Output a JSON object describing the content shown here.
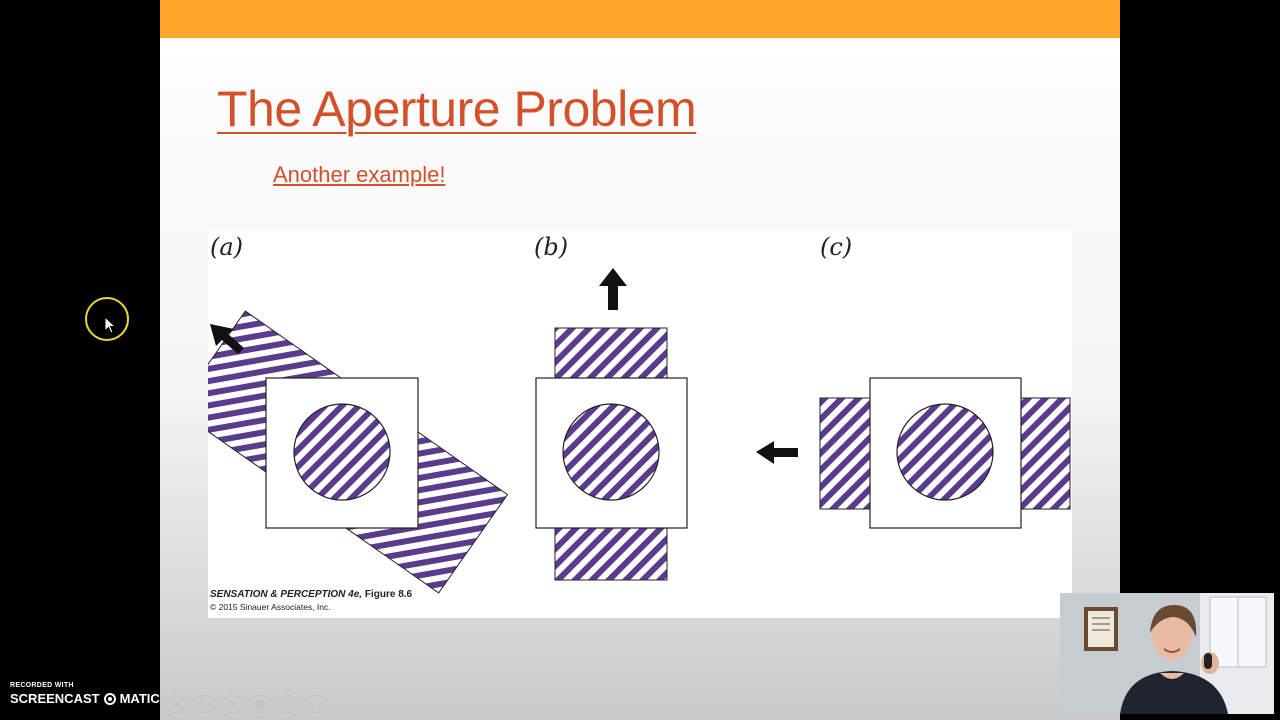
{
  "slide": {
    "title": "The Aperture Problem",
    "subtitle": "Another example!"
  },
  "figure": {
    "labels": {
      "a": "(a)",
      "b": "(b)",
      "c": "(c)"
    },
    "credit_title": "SENSATION & PERCEPTION 4e,",
    "credit_figure": "Figure 8.6",
    "credit_copyright": "© 2015 Sinauer Associates, Inc.",
    "stripe_color": "#5b3c8c"
  },
  "watermark": {
    "line1": "RECORDED WITH",
    "brand_left": "SCREENCAST",
    "brand_right": "MATIC"
  },
  "colors": {
    "accent_bar": "#ffa62b",
    "title_color": "#d4502a",
    "cursor_ring": "#e8d63a"
  },
  "icons": {
    "cursor": "cursor-arrow-icon",
    "controls": [
      "prev-icon",
      "next-icon",
      "pen-icon",
      "slides-icon",
      "zoom-icon",
      "more-icon"
    ]
  }
}
